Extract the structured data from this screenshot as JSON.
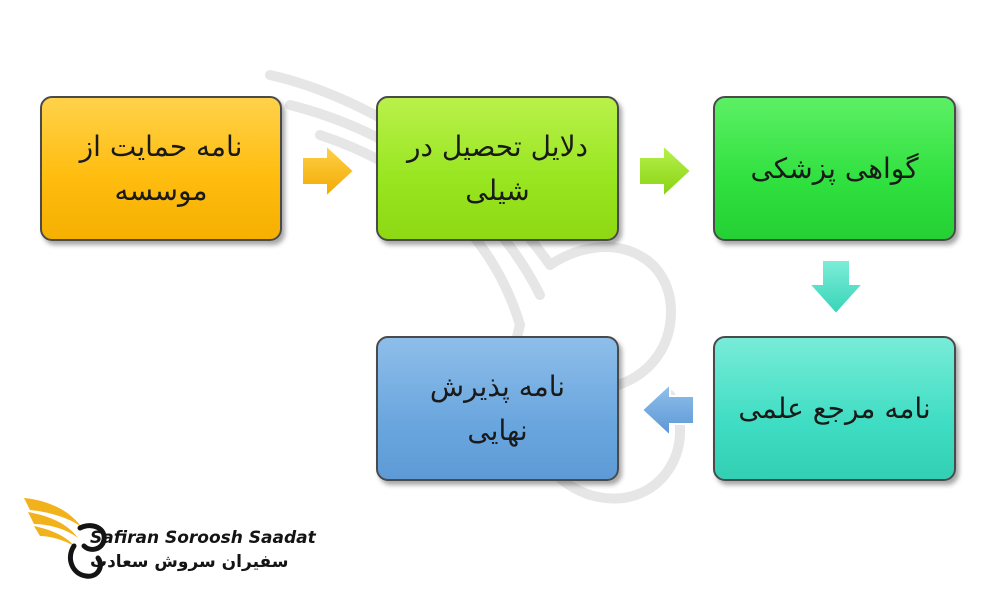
{
  "diagram": {
    "boxes": [
      {
        "lines": [
          "نامه حمایت از",
          "موسسه"
        ],
        "color": "#ffbd10"
      },
      {
        "lines": [
          "دلایل تحصیل در",
          "شیلی"
        ],
        "color": "#97e51f"
      },
      {
        "lines": [
          "گواهی پزشکی"
        ],
        "color": "#2fe03e"
      },
      {
        "lines": [
          "نامه مرجع علمی"
        ],
        "color": "#3fddc3"
      },
      {
        "lines": [
          "نامه پذیرش",
          "نهایی"
        ],
        "color": "#6aa6de"
      }
    ],
    "arrows": [
      {
        "direction": "right",
        "color": "#ffbd10"
      },
      {
        "direction": "right",
        "color": "#97e51f"
      },
      {
        "direction": "down",
        "color": "#3fddc3"
      },
      {
        "direction": "left",
        "color": "#6aa6de"
      }
    ]
  },
  "logo": {
    "name_en": "Safiran Soroosh Saadat",
    "name_fa": "سفیران سروش سعادت",
    "brand_color": "#f2b21b"
  }
}
